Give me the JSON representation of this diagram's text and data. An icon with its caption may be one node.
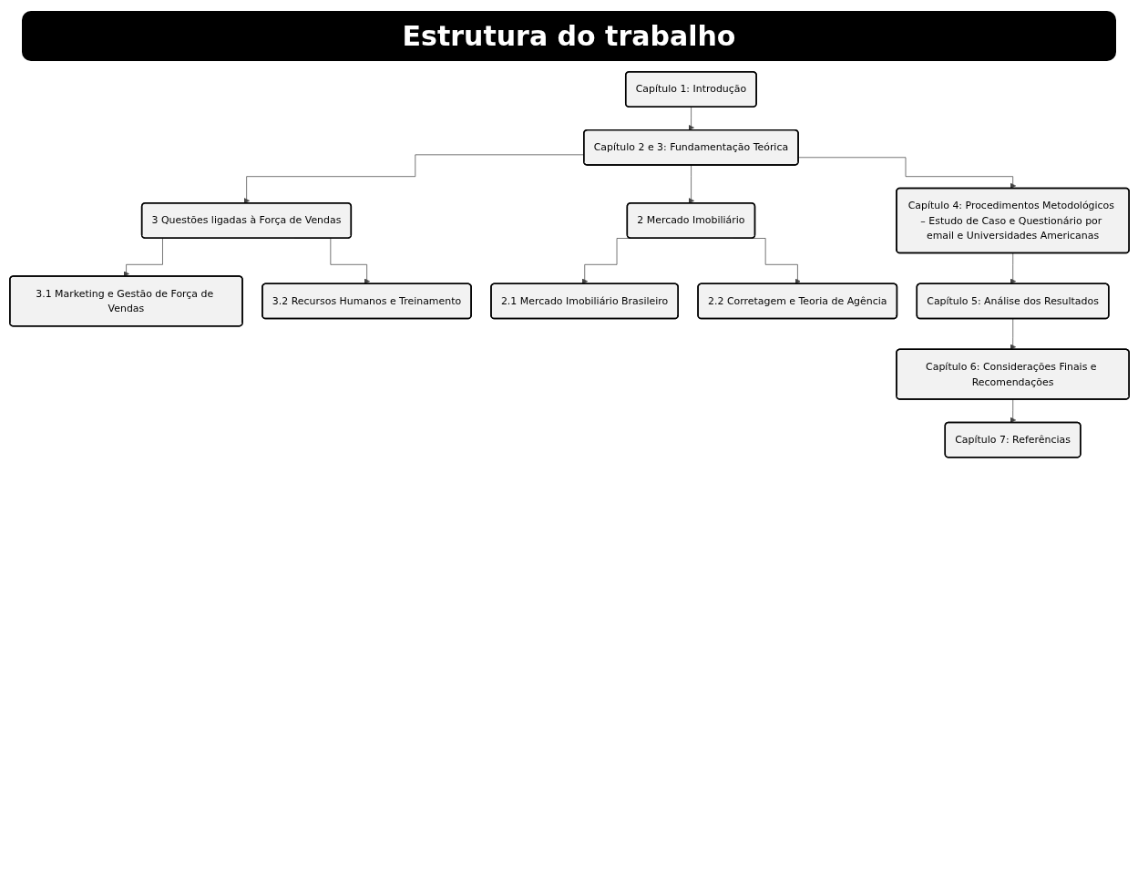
{
  "diagram": {
    "title": "Estrutura do trabalho",
    "nodes": [
      {
        "text": [
          "Capítulo 1: Introdução"
        ]
      },
      {
        "text": [
          "Capítulo 2 e 3: Fundamentação Teórica"
        ]
      },
      {
        "text": [
          "3 Questões ligadas à Força de Vendas"
        ]
      },
      {
        "text": [
          "3.1 Marketing e Gestão de Força de Vendas"
        ]
      },
      {
        "text": [
          "3.2 Recursos Humanos e Treinamento"
        ]
      },
      {
        "text": [
          "2 Mercado Imobiliário"
        ]
      },
      {
        "text": [
          "2.1 Mercado Imobiliário Brasileiro"
        ]
      },
      {
        "text": [
          "2.2 Corretagem e Teoria de Agência"
        ]
      },
      {
        "text": [
          "Capítulo 4: Procedimentos Metodológicos – Estudo de Caso e Questionário por email e Universidades Americanas"
        ]
      },
      {
        "text": [
          "Capítulo 5: Análise dos Resultados"
        ]
      },
      {
        "text": [
          "Capítulo 6: Considerações Finais e Recomendações"
        ]
      },
      {
        "text": [
          "Capítulo 7: Referências"
        ]
      }
    ],
    "edges": [
      {
        "from": 0,
        "to": 1,
        "arrow": "to"
      },
      {
        "from": 1,
        "to": 2,
        "arrow": "to"
      },
      {
        "from": 1,
        "to": 5,
        "arrow": "to"
      },
      {
        "from": 2,
        "to": 3,
        "arrow": "to"
      },
      {
        "from": 2,
        "to": 4,
        "arrow": "to"
      },
      {
        "from": 5,
        "to": 6,
        "arrow": "to"
      },
      {
        "from": 5,
        "to": 7,
        "arrow": "to"
      },
      {
        "from": 1,
        "to": 8,
        "arrow": "to"
      },
      {
        "from": 8,
        "to": 9,
        "arrow": "to"
      },
      {
        "from": 9,
        "to": 10,
        "arrow": "to"
      },
      {
        "from": 10,
        "to": 11,
        "arrow": "to"
      }
    ]
  }
}
